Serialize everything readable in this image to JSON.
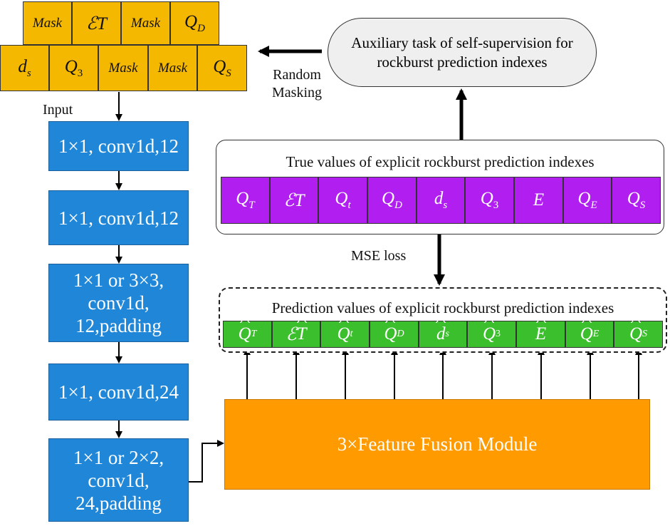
{
  "mask_row1": [
    "Mask",
    "ℰT",
    "Mask",
    "QD"
  ],
  "mask_row2": [
    "ds",
    "Q3",
    "Mask",
    "Mask",
    "QS"
  ],
  "random_masking": "Random\nMasking",
  "aux_task": "Auxiliary task of self-supervision for\nrockburst prediction indexes",
  "input_label": "Input",
  "conv_blocks": [
    "1×1, conv1d,12",
    "1×1, conv1d,12",
    "1×1 or 3×3,\nconv1d,\n12,padding",
    "1×1, conv1d,24",
    "1×1 or 2×2,\nconv1d,\n24,padding"
  ],
  "true_values_title": "True values of explicit rockburst prediction indexes",
  "true_values": [
    "QT",
    "ℰT",
    "Qt",
    "QD",
    "ds",
    "Q3",
    "E",
    "QE",
    "QS"
  ],
  "mse_loss": "MSE loss",
  "pred_values_title": "Prediction values of explicit rockburst prediction indexes",
  "pred_values": [
    "QT",
    "ℰT",
    "Qt",
    "QD",
    "ds",
    "Q3",
    "E",
    "QE",
    "QS"
  ],
  "fusion_module": "3×Feature Fusion Module",
  "colors": {
    "mask_orange": "#f5b800",
    "conv_blue": "#1f86d8",
    "true_purple": "#b01ef0",
    "pred_green": "#3cbf2c",
    "fusion_orange": "#ff9a00"
  }
}
